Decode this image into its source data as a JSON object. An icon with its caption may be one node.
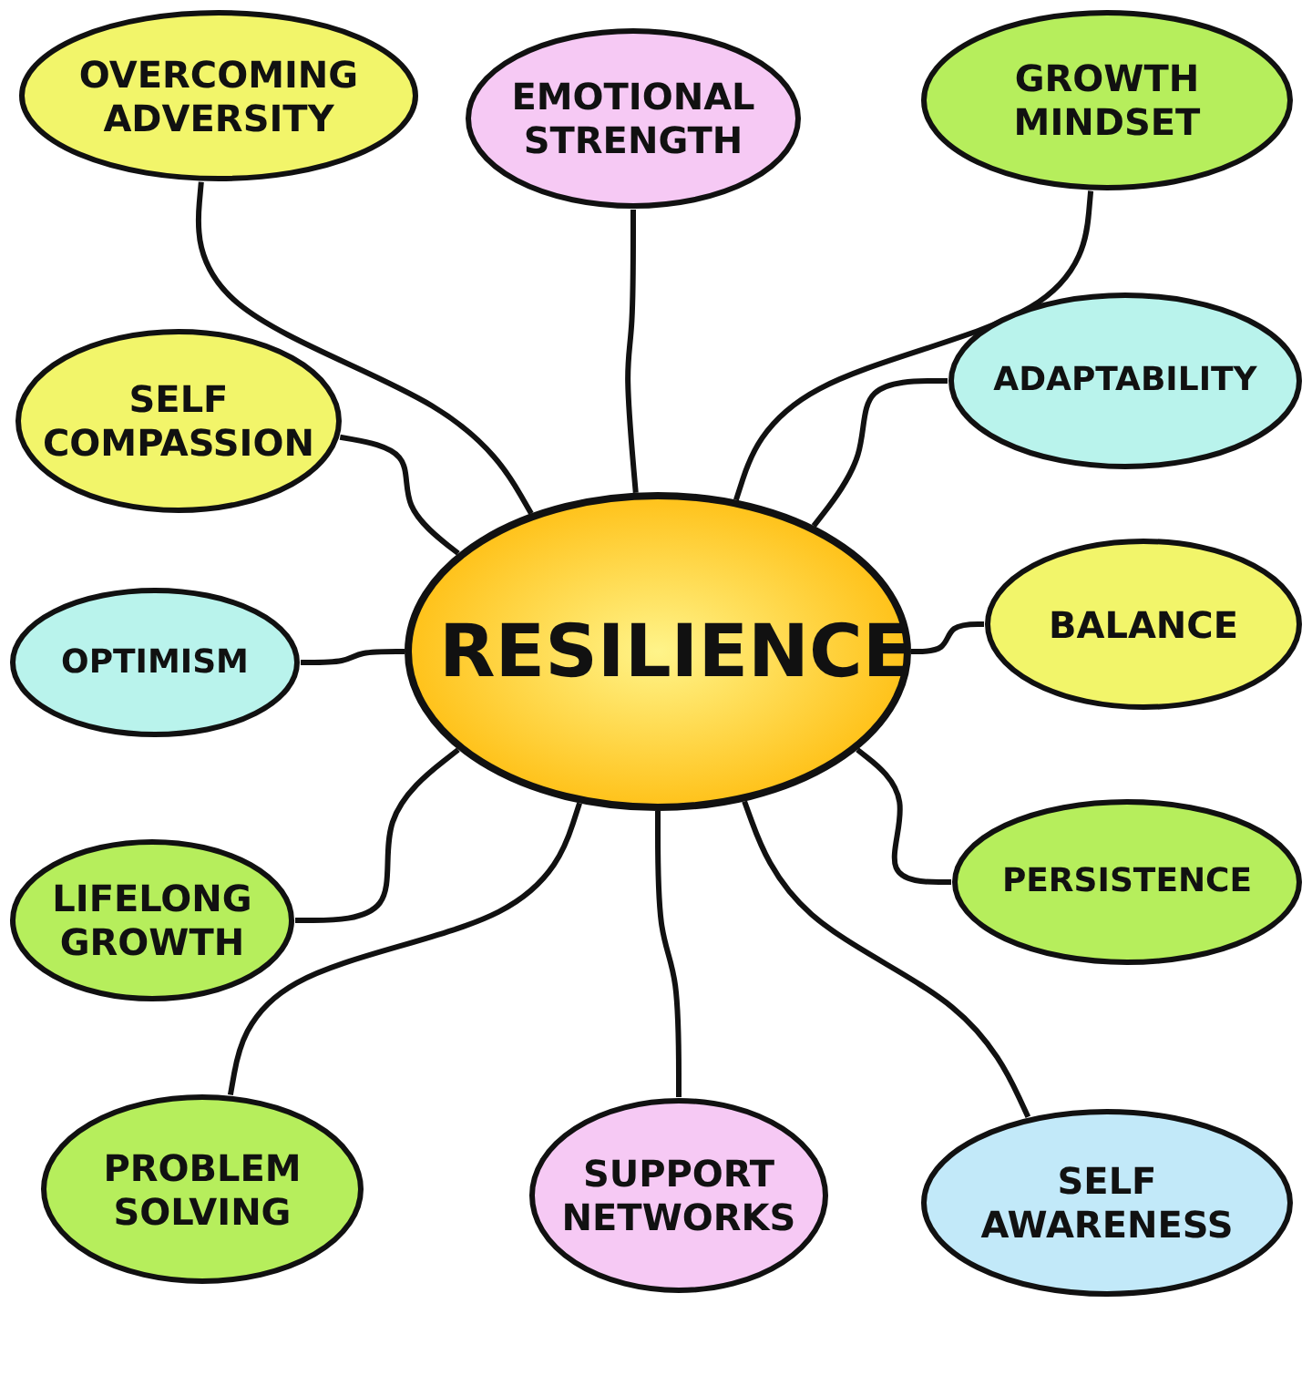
{
  "diagram": {
    "nodes": [
      {
        "text": [
          "RESILIENCE"
        ]
      },
      {
        "text": [
          "OVERCOMING ADVERSITY"
        ]
      },
      {
        "text": [
          "EMOTIONAL STRENGTH"
        ]
      },
      {
        "text": [
          "GROWTH MINDSET"
        ]
      },
      {
        "text": [
          "SELF COMPASSION"
        ]
      },
      {
        "text": [
          "ADAPTABILITY"
        ]
      },
      {
        "text": [
          "OPTIMISM"
        ]
      },
      {
        "text": [
          "BALANCE"
        ]
      },
      {
        "text": [
          "LIFELONG GROWTH"
        ]
      },
      {
        "text": [
          "PERSISTENCE"
        ]
      },
      {
        "text": [
          "PROBLEM SOLVING"
        ]
      },
      {
        "text": [
          "SUPPORT NETWORKS"
        ]
      },
      {
        "text": [
          "SELF AWARENESS"
        ]
      }
    ],
    "edges": [
      {
        "from": 0,
        "to": 1,
        "arrow": "none"
      },
      {
        "from": 0,
        "to": 2,
        "arrow": "none"
      },
      {
        "from": 0,
        "to": 3,
        "arrow": "none"
      },
      {
        "from": 0,
        "to": 4,
        "arrow": "none"
      },
      {
        "from": 0,
        "to": 5,
        "arrow": "none"
      },
      {
        "from": 0,
        "to": 6,
        "arrow": "none"
      },
      {
        "from": 0,
        "to": 7,
        "arrow": "none"
      },
      {
        "from": 0,
        "to": 8,
        "arrow": "none"
      },
      {
        "from": 0,
        "to": 9,
        "arrow": "none"
      },
      {
        "from": 0,
        "to": 10,
        "arrow": "none"
      },
      {
        "from": 0,
        "to": 11,
        "arrow": "none"
      },
      {
        "from": 0,
        "to": 12,
        "arrow": "none"
      }
    ]
  }
}
